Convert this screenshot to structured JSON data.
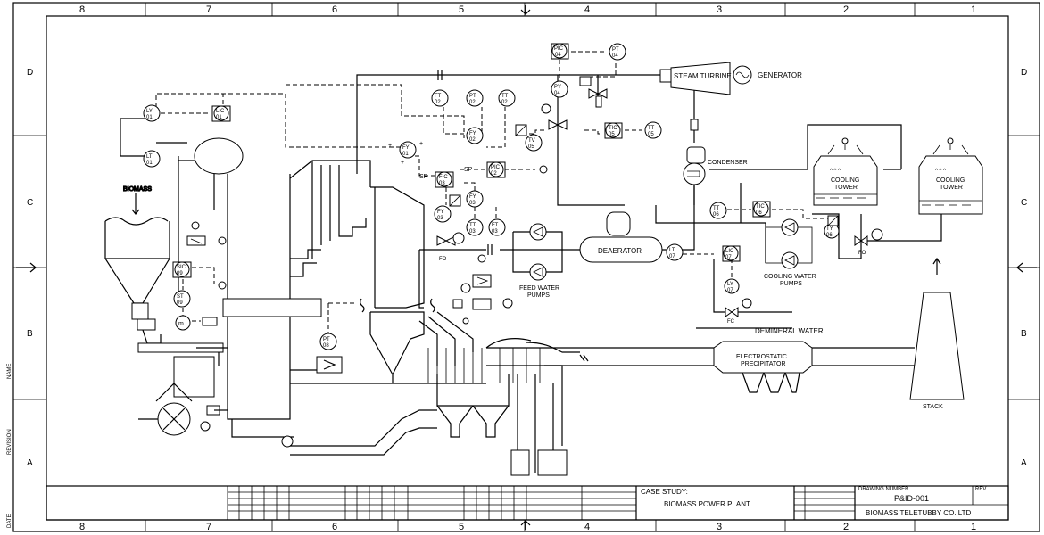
{
  "border": {
    "columns": [
      "8",
      "7",
      "6",
      "5",
      "4",
      "3",
      "2",
      "1"
    ],
    "rows": [
      "D",
      "C",
      "B",
      "A"
    ],
    "side_notes": [
      "NAME",
      "REVISION",
      "DATE"
    ]
  },
  "equipment": {
    "steam_turbine": "STEAM TURBINE",
    "generator": "GENERATOR",
    "condenser": "CONDENSER",
    "cooling_tower_1": [
      "COOLING",
      "TOWER"
    ],
    "cooling_tower_2": [
      "COOLING",
      "TOWER"
    ],
    "deaerator": "DEAERATOR",
    "feed_water_pumps": [
      "FEED WATER",
      "PUMPS"
    ],
    "cooling_water_pumps": [
      "COOLING WATER",
      "PUMPS"
    ],
    "demineral_water": "DEMINERAL WATER",
    "esp": [
      "ELECTROSTATIC",
      "PRECIPITATOR"
    ],
    "stack": "STACK",
    "biomass": "BIOMASS"
  },
  "instruments": {
    "pic04": [
      "PIC",
      "04"
    ],
    "pt04": [
      "PT",
      "04"
    ],
    "py04": [
      "PY",
      "04"
    ],
    "ft02": [
      "FT",
      "02"
    ],
    "pt02": [
      "PT",
      "02"
    ],
    "tt02": [
      "TT",
      "02"
    ],
    "fy02": [
      "FY",
      "02"
    ],
    "tv05": [
      "TV",
      "05"
    ],
    "tic05": [
      "TIC",
      "05"
    ],
    "tt05": [
      "TT",
      "05"
    ],
    "ly01": [
      "LY",
      "01"
    ],
    "lic01": [
      "LIC",
      "01"
    ],
    "lt01": [
      "LT",
      "01"
    ],
    "fy01": [
      "FY",
      "01"
    ],
    "fic03": [
      "FIC",
      "03"
    ],
    "pic02": [
      "PIC",
      "02"
    ],
    "fy03a": [
      "FY",
      "03"
    ],
    "fy03b": [
      "FY",
      "03"
    ],
    "tt03": [
      "TT",
      "03"
    ],
    "ft03": [
      "FT",
      "03"
    ],
    "lt07": [
      "LT",
      "07"
    ],
    "lic07": [
      "LIC",
      "07"
    ],
    "ly07": [
      "LY",
      "07"
    ],
    "tt06": [
      "TT",
      "06"
    ],
    "tic06": [
      "TIC",
      "06"
    ],
    "ty06": [
      "TY",
      "06"
    ],
    "sic09": [
      "SIC",
      "09"
    ],
    "st09": [
      "ST",
      "09"
    ],
    "m": "m",
    "pt08": [
      "PT",
      "08"
    ]
  },
  "tags": {
    "sp1": "SP",
    "sp2": "SP",
    "fo1": "FO",
    "fo2": "FO",
    "fc": "FC",
    "plus1": "+",
    "plus2": "+",
    "plus3": "+"
  },
  "title_block": {
    "case_study_label": "CASE STUDY:",
    "case_study": "BIOMASS POWER PLANT",
    "drawing_number_label": "DRAWING NUMBER",
    "drawing_number": "P&ID-001",
    "rev_label": "REV",
    "company": "BIOMASS TELETUBBY CO.,LTD"
  }
}
